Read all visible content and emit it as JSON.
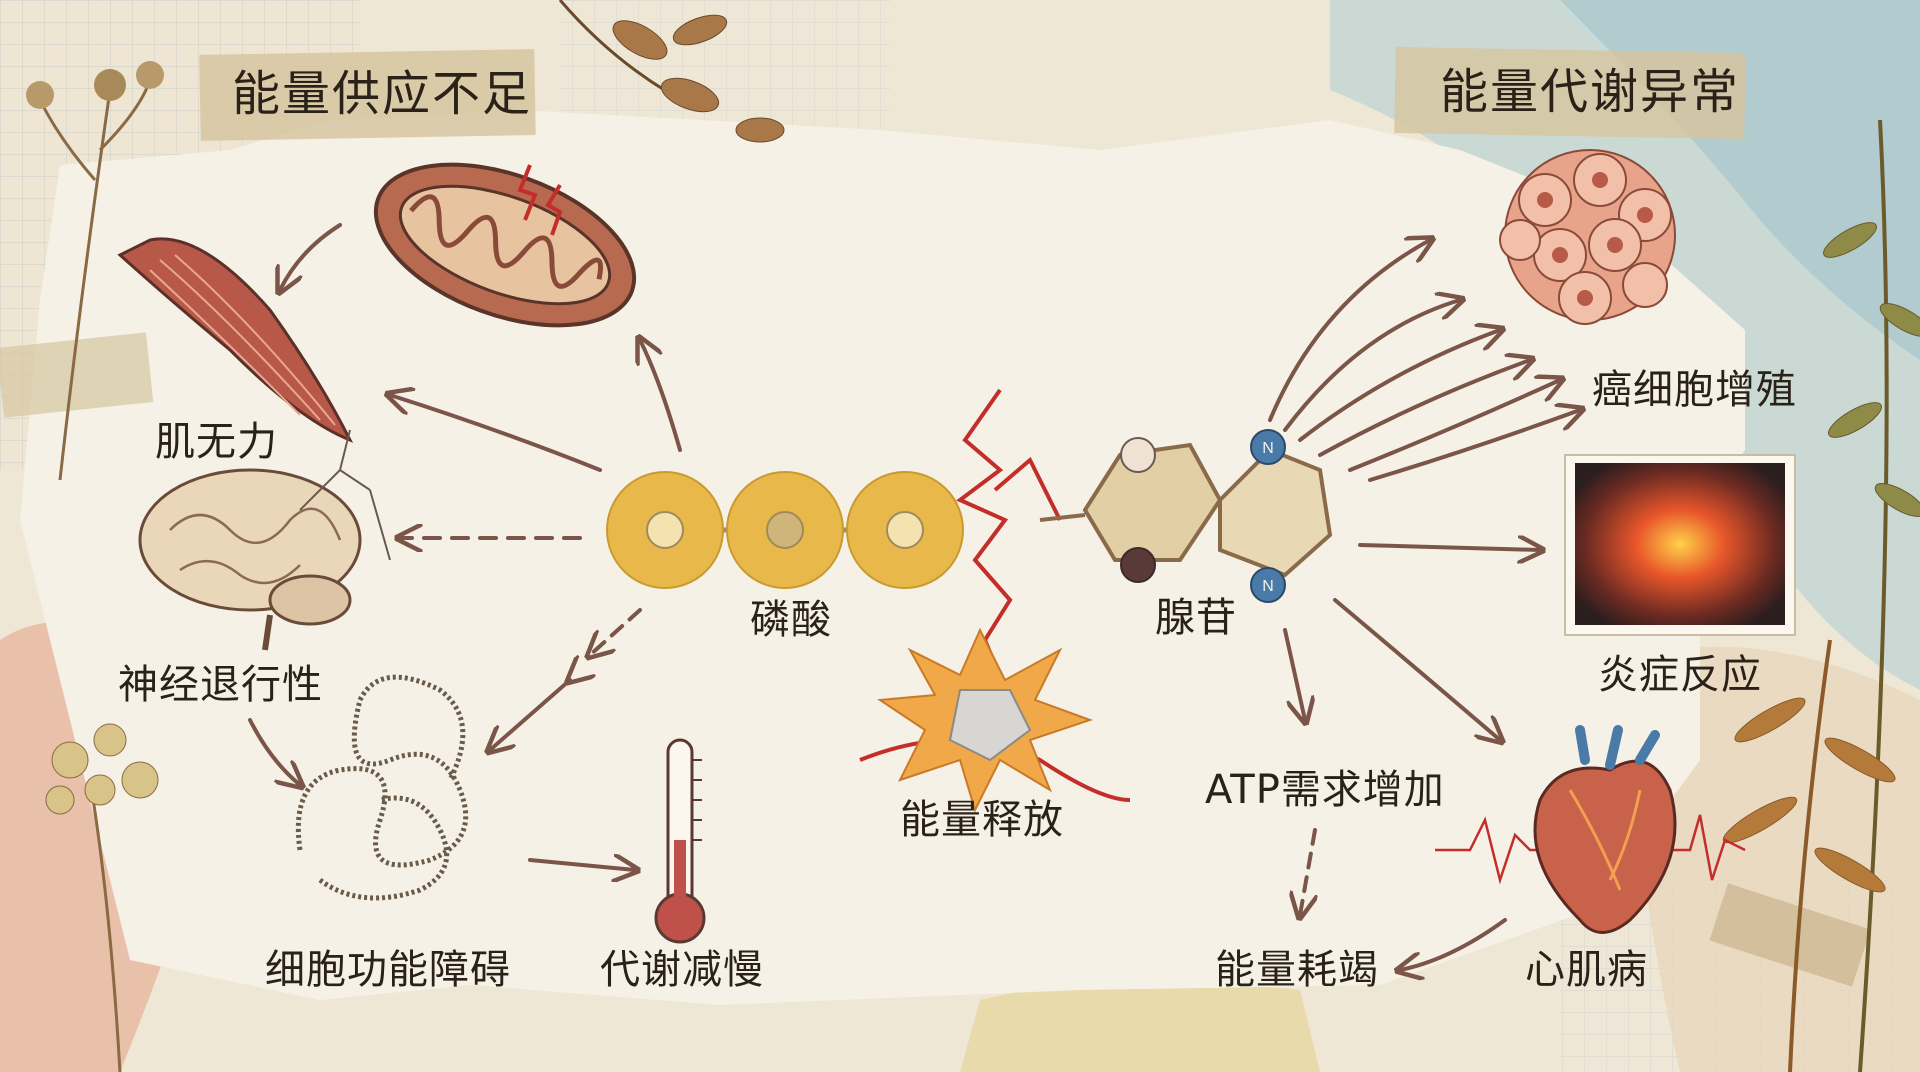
{
  "left_header": "能量供应不足",
  "right_header": "能量代谢异常",
  "center": {
    "phosphate_label": "磷酸",
    "adenosine_label": "腺苷",
    "energy_release_label": "能量释放",
    "atom_n1": "N",
    "atom_n2": "N"
  },
  "left_effects": {
    "muscle": "肌无力",
    "neuro": "神经退行性",
    "cell": "细胞功能障碍",
    "metabolism": "代谢减慢"
  },
  "right_effects": {
    "cancer": "癌细胞增殖",
    "inflammation": "炎症反应",
    "atp_demand": "ATP需求增加",
    "depletion": "能量耗竭",
    "heart": "心肌病"
  },
  "colors": {
    "paper": "#f6f1e6",
    "arrow": "#7a5548",
    "phosphate_disc": "#e8b84a",
    "adenosine_ring": "#e3cfa6",
    "nitrogen": "#4a7aa8",
    "spark": "#c42e2a"
  }
}
